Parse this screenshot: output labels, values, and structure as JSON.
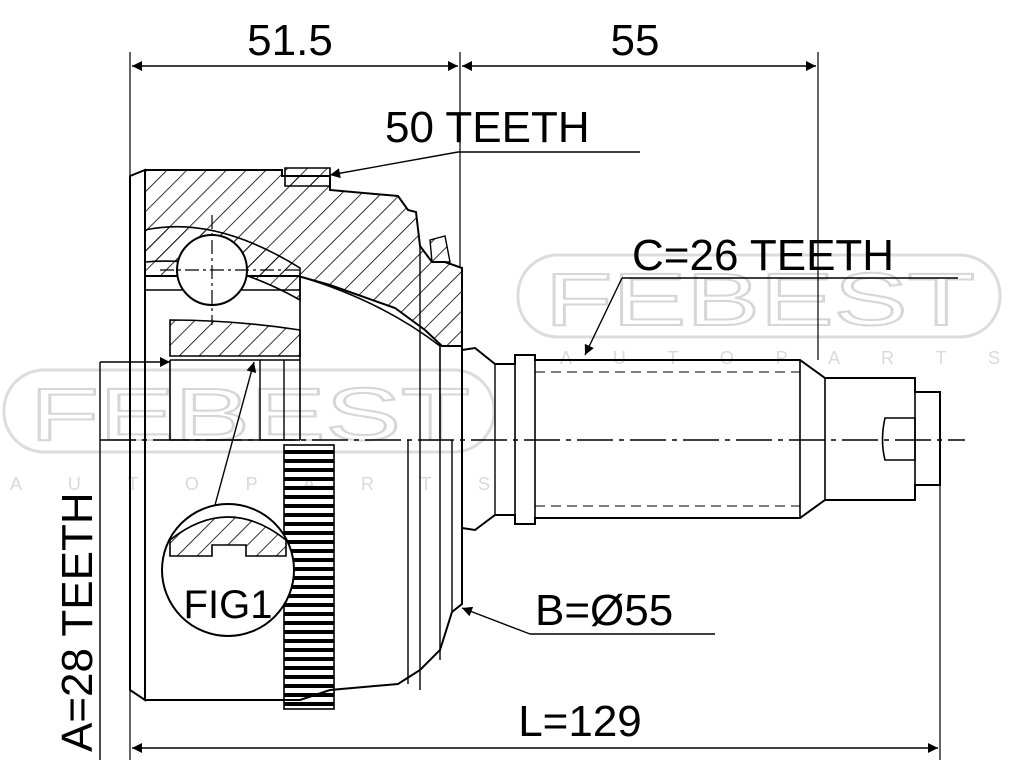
{
  "dimensions": {
    "top_left": "51.5",
    "top_right": "55",
    "outer_teeth": "50 TEETH",
    "spline_c": "C=26 TEETH",
    "diameter_b": "B=Ø55",
    "spline_a": "A=28 TEETH",
    "length_l": "L=129"
  },
  "figure_label": "FIG1",
  "watermark": {
    "brand": "FEBEST",
    "sub": "A U T O   P A R T S"
  }
}
